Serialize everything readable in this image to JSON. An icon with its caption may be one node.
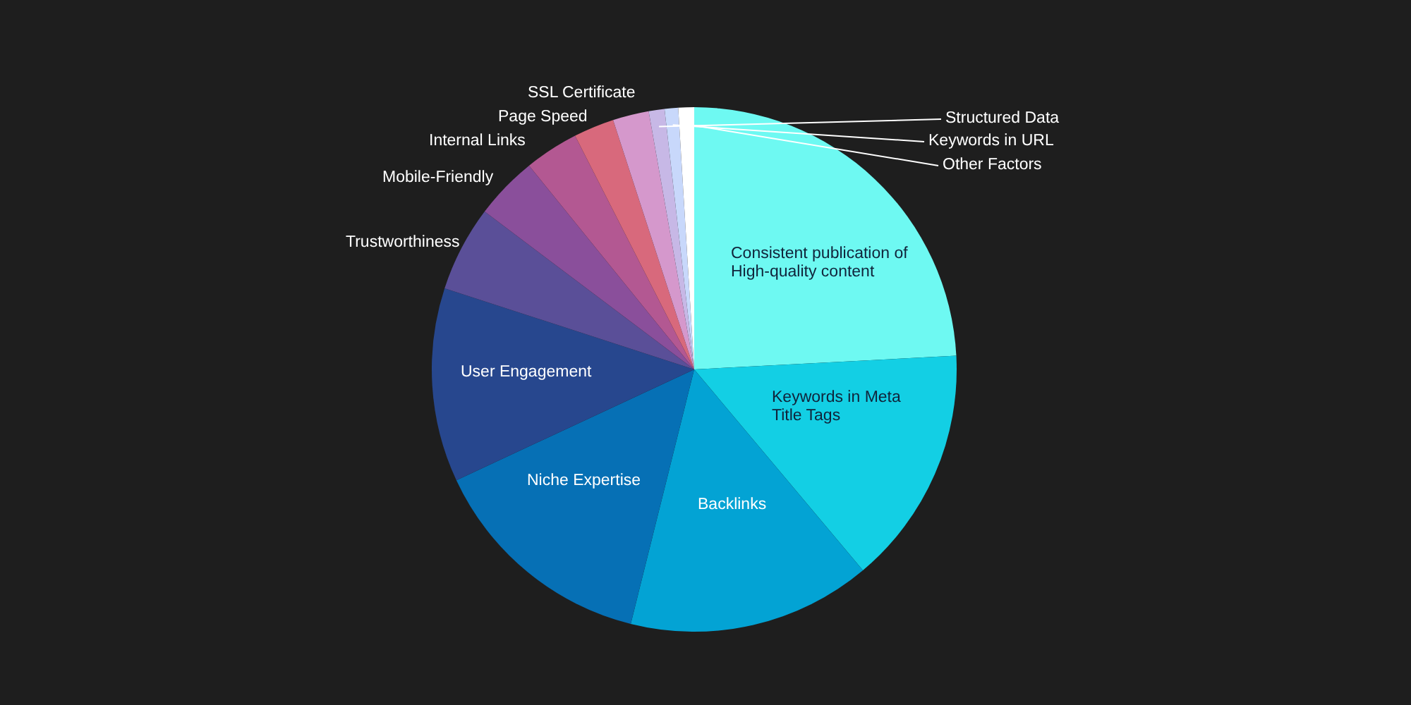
{
  "diagram": {
    "nodes": [
      {
        "text": [
          "Structured Data"
        ]
      },
      {
        "text": [
          "Keywords in URL"
        ]
      },
      {
        "text": [
          "Other Factors"
        ]
      },
      {
        "text": [],
        "shape": "slice"
      },
      {
        "text": [],
        "shape": "slice"
      },
      {
        "text": [],
        "shape": "slice"
      }
    ],
    "edges": [
      {
        "from": 0,
        "to": 3,
        "arrow": "none"
      },
      {
        "from": 1,
        "to": 4,
        "arrow": "none"
      },
      {
        "from": 2,
        "to": 5,
        "arrow": "none"
      }
    ],
    "labels": [
      "SSL Certificate",
      "Page Speed",
      "Internal Links",
      "Mobile-Friendly",
      "Consistent publication of High-quality content",
      "Trustworthiness",
      "User Engagement",
      "Keywords in Meta Title Tags",
      "Niche Expertise",
      "Backlinks"
    ]
  }
}
